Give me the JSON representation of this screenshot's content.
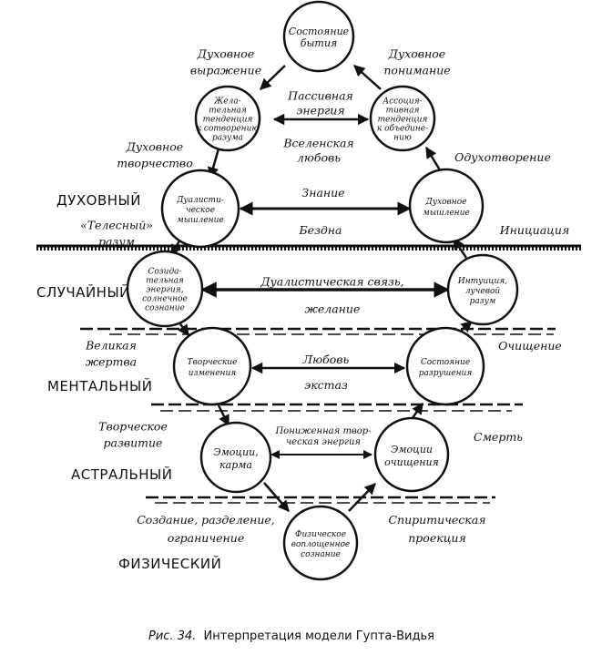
{
  "nodes": {
    "top": [
      "Состояние",
      "бытия"
    ],
    "r1_left": [
      "Жела-",
      "тельная",
      "тенденция",
      "к сотворению",
      "разума"
    ],
    "r1_right": [
      "Ассоция-",
      "тивная",
      "тенденция",
      "к объедине-",
      "нию"
    ],
    "r2_left": [
      "Дуалисти-",
      "ческое",
      "мышление"
    ],
    "r2_right": [
      "Духовное",
      "мышление"
    ],
    "r3_left": [
      "Созида-",
      "тельная",
      "энергия,",
      "солнечное",
      "сознание"
    ],
    "r3_right": [
      "Интуиция,",
      "лучевой",
      "разум"
    ],
    "r4_left": [
      "Творческие",
      "изменения"
    ],
    "r4_right": [
      "Состояние",
      "разрушения"
    ],
    "r5_left": [
      "Эмоции,",
      "карма"
    ],
    "r5_right": [
      "Эмоции",
      "очищения"
    ],
    "bottom": [
      "Физическое",
      "воплощенное",
      "сознание"
    ]
  },
  "labels": {
    "spiritual_expression": [
      "Духовное",
      "выражение"
    ],
    "spiritual_understanding": [
      "Духовное",
      "понимание"
    ],
    "passive_energy": [
      "Пассивная",
      "энергия"
    ],
    "universal_love": [
      "Вселенская",
      "любовь"
    ],
    "spiritual_creativity": [
      "Духовное",
      "творчество"
    ],
    "spiritualization": "Одухотворение",
    "knowledge": "Знание",
    "abyss": "Бездна",
    "bodily_mind": [
      "«Телесный»",
      "разум"
    ],
    "initiation": "Инициация",
    "dualistic_bond": [
      "Дуалистическая связь,",
      "желание"
    ],
    "great_sacrifice": [
      "Великая",
      "жертва"
    ],
    "purification": "Очищение",
    "love_ecstasy": [
      "Любовь",
      "экстаз"
    ],
    "creative_development": [
      "Творческое",
      "развитие"
    ],
    "death": "Смерть",
    "lower_creative_energy": [
      "Пониженная твор-",
      "ческая энергия"
    ],
    "creation": [
      "Создание, разделение,",
      "ограничение"
    ],
    "psychic_projection": [
      "Спиритическая",
      "проекция"
    ]
  },
  "levels": {
    "spiritual": "ДУХОВНЫЙ",
    "causal": "СЛУЧАЙНЫЙ",
    "mental": "МЕНТАЛЬНЫЙ",
    "astral": "АСТРАЛЬНЫЙ",
    "physical": "ФИЗИЧЕСКИЙ"
  },
  "caption": {
    "prefix": "Рис. 34.",
    "text": "Интерпретация модели Гупта-Видья"
  }
}
